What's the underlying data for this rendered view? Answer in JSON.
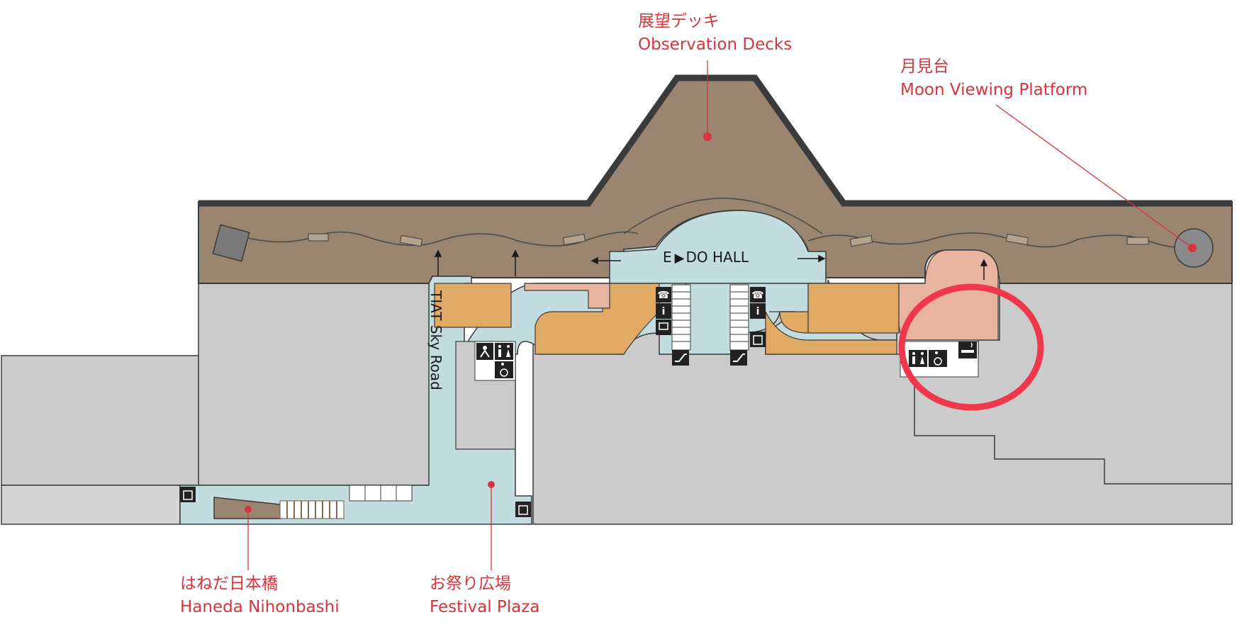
{
  "labels": {
    "observation_decks": {
      "ja": "展望デッキ",
      "en": "Observation Decks"
    },
    "moon_viewing": {
      "ja": "月見台",
      "en": "Moon Viewing Platform"
    },
    "haneda_nihonbashi": {
      "ja": "はねだ日本橋",
      "en": "Haneda Nihonbashi"
    },
    "festival_plaza": {
      "ja": "お祭り広場",
      "en": "Festival Plaza"
    }
  },
  "map_text": {
    "edo_hall_prefix": "E",
    "edo_hall_suffix": "DO HALL",
    "sky_road": "TIAT Sky Road"
  },
  "colors": {
    "deck": "#9a8670",
    "deck_border": "#3b3b3b",
    "plaza": "#c2dcdf",
    "shop": "#e0a964",
    "restaurant": "#e8b4a0",
    "gray_area": "#cbcbcb",
    "callout": "#d8343c",
    "highlight": "#f0384c"
  },
  "icons": [
    "elevator-icon",
    "escalator-icon",
    "restroom-icon",
    "wheelchair-icon",
    "baby-care-icon",
    "telephone-icon",
    "information-icon",
    "computer-icon",
    "smoking-area-icon"
  ]
}
